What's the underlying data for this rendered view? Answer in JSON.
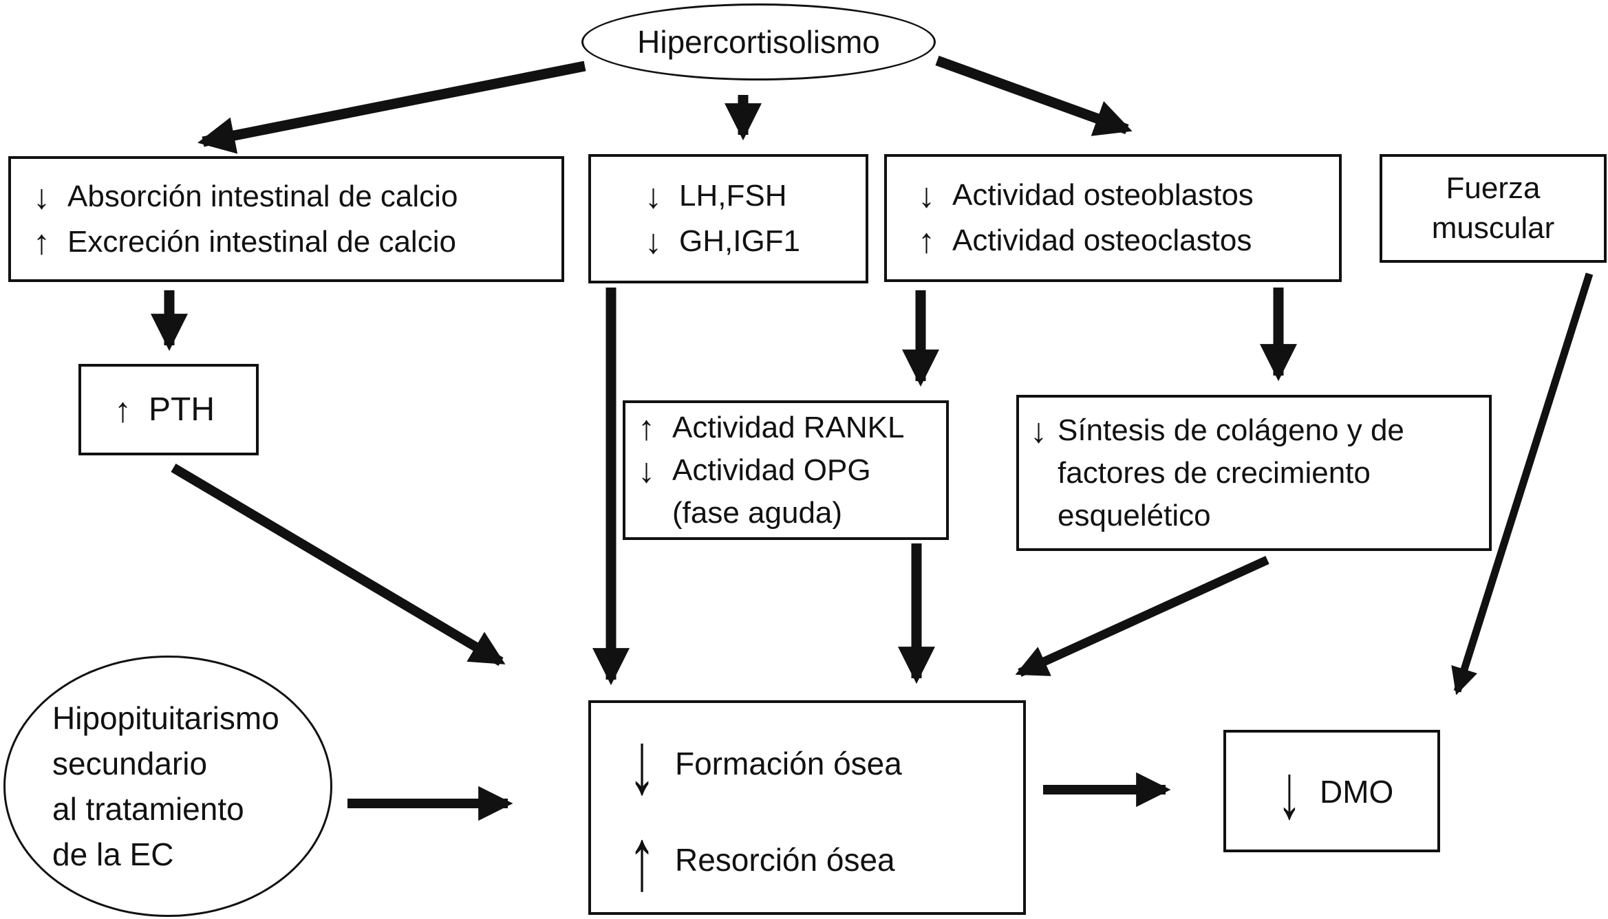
{
  "colors": {
    "ink": "#111111",
    "background": "#ffffff"
  },
  "nodes": {
    "hipercortisolismo": {
      "label": "Hipercortisolismo"
    },
    "calcio": {
      "lines": [
        {
          "arrow": "↓",
          "text": "Absorción intestinal de calcio"
        },
        {
          "arrow": "↑",
          "text": "Excreción intestinal de calcio"
        }
      ]
    },
    "hormonas": {
      "lines": [
        {
          "arrow": "↓",
          "text": "LH,FSH"
        },
        {
          "arrow": "↓",
          "text": "GH,IGF1"
        }
      ]
    },
    "actividad": {
      "lines": [
        {
          "arrow": "↓",
          "text": "Actividad osteoblastos"
        },
        {
          "arrow": "↑",
          "text": "Actividad osteoclastos"
        }
      ]
    },
    "fuerza": {
      "lines": [
        "Fuerza",
        "muscular"
      ]
    },
    "pth": {
      "lines": [
        {
          "arrow": "↑",
          "text": "PTH"
        }
      ]
    },
    "rankl": {
      "lines": [
        {
          "arrow": "↑",
          "text": "Actividad RANKL"
        },
        {
          "arrow": "↓",
          "text": "Actividad OPG"
        },
        {
          "arrow": "",
          "text": "(fase aguda)"
        }
      ]
    },
    "sintesis": {
      "lines": [
        {
          "arrow": "↓",
          "text": "Síntesis de colágeno y de"
        },
        {
          "arrow": "",
          "text": "factores de crecimiento"
        },
        {
          "arrow": "",
          "text": "esquelético"
        }
      ]
    },
    "hipopituitarismo": {
      "lines": [
        "Hipopituitarismo",
        "secundario",
        "al tratamiento",
        "de la EC"
      ]
    },
    "remodelado": {
      "lines": [
        {
          "arrow": "↓",
          "text": "Formación ósea"
        },
        {
          "arrow": "↑",
          "text": "Resorción ósea"
        }
      ]
    },
    "dmo": {
      "lines": [
        {
          "arrow": "↓",
          "text": "DMO"
        }
      ]
    }
  }
}
